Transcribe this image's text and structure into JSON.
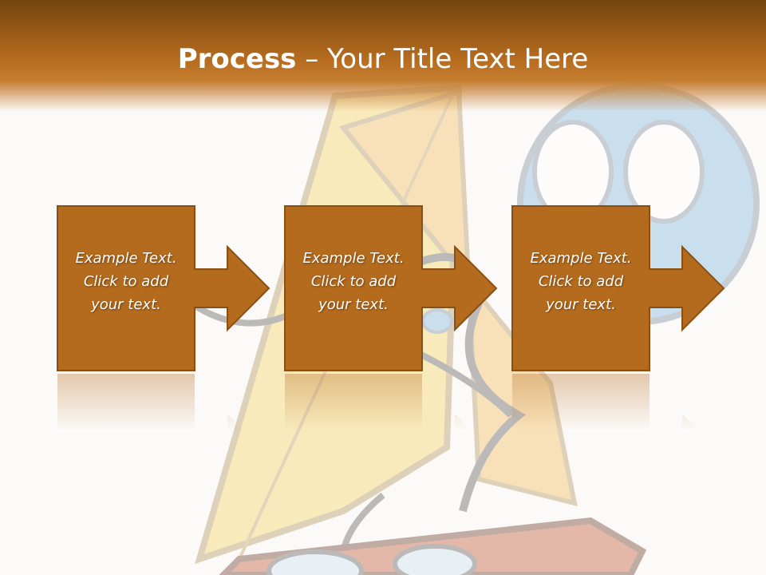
{
  "slide": {
    "title_bold": "Process",
    "title_rest": " – Your Title Text Here"
  },
  "steps": [
    {
      "lines": [
        "Example Text.",
        "Click  to add",
        "your text."
      ]
    },
    {
      "lines": [
        "Example Text.",
        "Click  to add",
        "your text."
      ]
    },
    {
      "lines": [
        "Example Text.",
        "Click  to add",
        "your text."
      ]
    }
  ],
  "colors": {
    "header_dark": "#74450f",
    "header_light": "#c57d30",
    "box_fill": "#b46b1e",
    "box_border": "#8a4f12",
    "text": "#ffffff"
  }
}
